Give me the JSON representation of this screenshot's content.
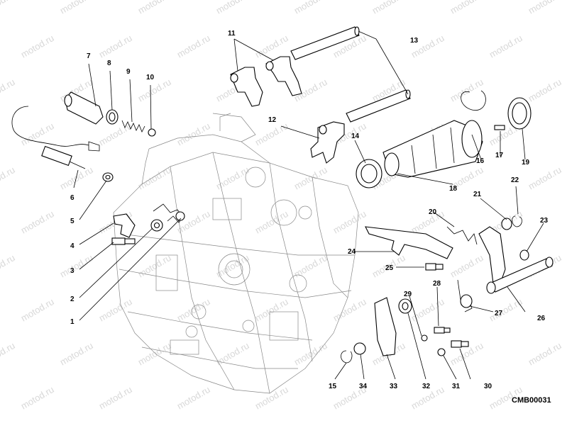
{
  "watermark_text": "motod.ru",
  "diagram_code": "CMB00031",
  "callouts": [
    "1",
    "2",
    "3",
    "4",
    "5",
    "6",
    "7",
    "8",
    "9",
    "10",
    "11",
    "12",
    "13",
    "14",
    "15",
    "16",
    "17",
    "18",
    "19",
    "20",
    "21",
    "22",
    "23",
    "24",
    "25",
    "26",
    "27",
    "28",
    "29",
    "30",
    "31",
    "32",
    "33",
    "34"
  ],
  "colors": {
    "ink": "#000000",
    "background": "#ffffff",
    "watermark": "#d8d8d8",
    "ghost_lines": "#888888"
  }
}
